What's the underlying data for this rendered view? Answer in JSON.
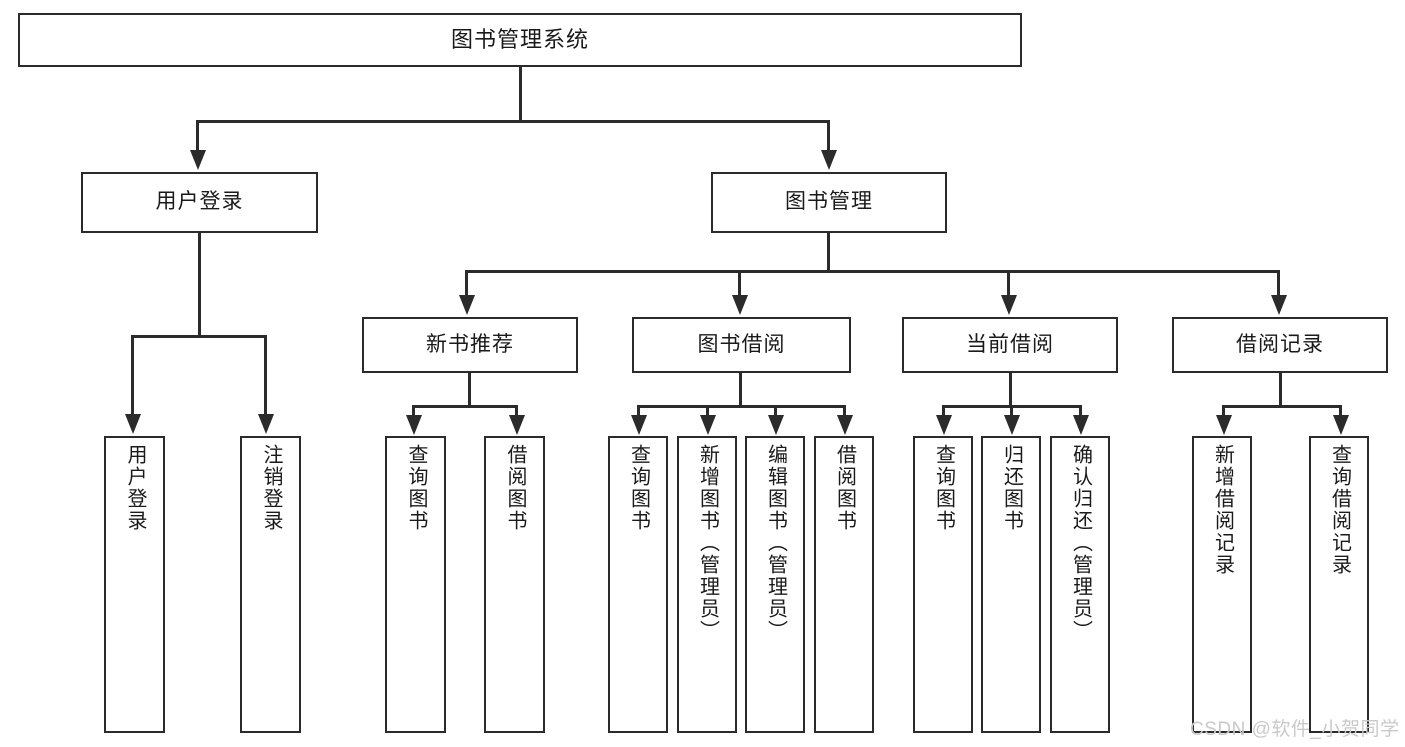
{
  "diagram": {
    "title": "图书管理系统",
    "watermark": "CSDN @软件_小贺同学",
    "colors": {
      "stroke": "#2b2b2b",
      "fill": "#ffffff",
      "text": "#1a1a1a",
      "watermark": "#c9c9c9"
    }
  },
  "nodes": {
    "root": {
      "label": "图书管理系统"
    },
    "level2": [
      {
        "id": "user-login",
        "label": "用户登录"
      },
      {
        "id": "book-management",
        "label": "图书管理"
      }
    ],
    "level3": [
      {
        "id": "new-book-recommend",
        "label": "新书推荐"
      },
      {
        "id": "book-borrow",
        "label": "图书借阅"
      },
      {
        "id": "current-borrow",
        "label": "当前借阅"
      },
      {
        "id": "borrow-record",
        "label": "借阅记录"
      }
    ],
    "leaves": {
      "user-login": [
        {
          "id": "leaf-user-login",
          "label": "用户登录"
        },
        {
          "id": "leaf-logout-login",
          "label": "注销登录"
        }
      ],
      "new-book-recommend": [
        {
          "id": "leaf-query-book-1",
          "label": "查询图书"
        },
        {
          "id": "leaf-borrow-book-1",
          "label": "借阅图书"
        }
      ],
      "book-borrow": [
        {
          "id": "leaf-query-book-2",
          "label": "查询图书"
        },
        {
          "id": "leaf-add-book-admin",
          "label": "新增图书（管理员）"
        },
        {
          "id": "leaf-edit-book-admin",
          "label": "编辑图书（管理员）"
        },
        {
          "id": "leaf-borrow-book-2",
          "label": "借阅图书"
        }
      ],
      "current-borrow": [
        {
          "id": "leaf-query-book-3",
          "label": "查询图书"
        },
        {
          "id": "leaf-return-book",
          "label": "归还图书"
        },
        {
          "id": "leaf-confirm-return-admin",
          "label": "确认归还（管理员）"
        }
      ],
      "borrow-record": [
        {
          "id": "leaf-add-borrow-record",
          "label": "新增借阅记录"
        },
        {
          "id": "leaf-query-borrow-record",
          "label": "查询借阅记录"
        }
      ]
    }
  },
  "chart_data": {
    "type": "tree-diagram",
    "title": "图书管理系统",
    "orientation": "top-down",
    "levels": 4,
    "edges": [
      {
        "from": "图书管理系统",
        "to": "用户登录"
      },
      {
        "from": "图书管理系统",
        "to": "图书管理"
      },
      {
        "from": "用户登录",
        "to": "用户登录"
      },
      {
        "from": "用户登录",
        "to": "注销登录"
      },
      {
        "from": "图书管理",
        "to": "新书推荐"
      },
      {
        "from": "图书管理",
        "to": "图书借阅"
      },
      {
        "from": "图书管理",
        "to": "当前借阅"
      },
      {
        "from": "图书管理",
        "to": "借阅记录"
      },
      {
        "from": "新书推荐",
        "to": "查询图书"
      },
      {
        "from": "新书推荐",
        "to": "借阅图书"
      },
      {
        "from": "图书借阅",
        "to": "查询图书"
      },
      {
        "from": "图书借阅",
        "to": "新增图书（管理员）"
      },
      {
        "from": "图书借阅",
        "to": "编辑图书（管理员）"
      },
      {
        "from": "图书借阅",
        "to": "借阅图书"
      },
      {
        "from": "当前借阅",
        "to": "查询图书"
      },
      {
        "from": "当前借阅",
        "to": "归还图书"
      },
      {
        "from": "当前借阅",
        "to": "确认归还（管理员）"
      },
      {
        "from": "借阅记录",
        "to": "新增借阅记录"
      },
      {
        "from": "借阅记录",
        "to": "查询借阅记录"
      }
    ]
  }
}
